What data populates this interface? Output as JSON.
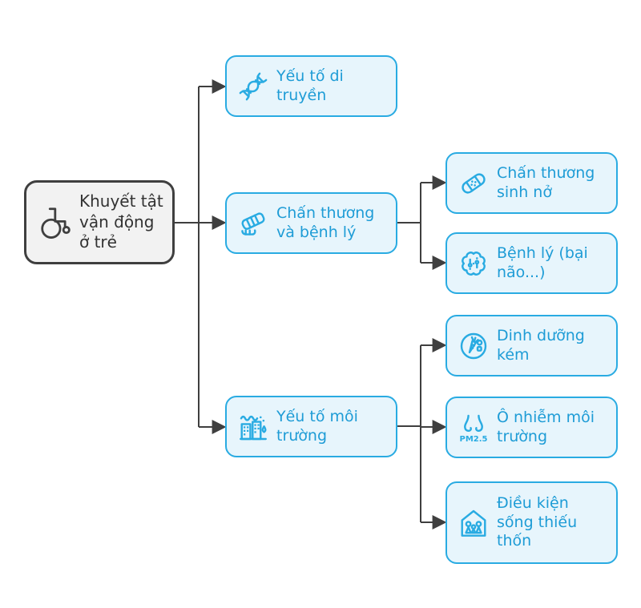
{
  "colors": {
    "accent_border": "#29abe2",
    "accent_text": "#1e9cd6",
    "node_fill": "#e7f5fc",
    "root_fill": "#f2f2f2",
    "root_border": "#3f3f3f",
    "root_text": "#333333",
    "connector": "#3f3f3f",
    "background": "#ffffff"
  },
  "nodes": {
    "root": {
      "label": "Khuyết tật vận động ở trẻ",
      "icon": "wheelchair-icon"
    },
    "genetic": {
      "label": "Yếu tố di truyền",
      "icon": "dna-icon"
    },
    "trauma": {
      "label": "Chấn thương và bệnh lý",
      "icon": "injured-limb-icon"
    },
    "environment": {
      "label": "Yếu tố môi trường",
      "icon": "polluted-city-icon"
    },
    "birth_trauma": {
      "label": "Chấn thương sinh nở",
      "icon": "bandage-icon"
    },
    "pathology": {
      "label": "Bệnh lý (bại não...)",
      "icon": "brain-icon"
    },
    "nutrition": {
      "label": "Dinh dưỡng kém",
      "icon": "nutrition-icon"
    },
    "pollution": {
      "label": "Ô nhiễm môi trường",
      "icon": "nose-pm25-icon",
      "icon_text": "PM2.5"
    },
    "living_conditions": {
      "label": "Điều kiện sống thiếu thốn",
      "icon": "house-family-icon"
    }
  },
  "edges": [
    [
      "root",
      "genetic"
    ],
    [
      "root",
      "trauma"
    ],
    [
      "root",
      "environment"
    ],
    [
      "trauma",
      "birth_trauma"
    ],
    [
      "trauma",
      "pathology"
    ],
    [
      "environment",
      "nutrition"
    ],
    [
      "environment",
      "pollution"
    ],
    [
      "environment",
      "living_conditions"
    ]
  ]
}
